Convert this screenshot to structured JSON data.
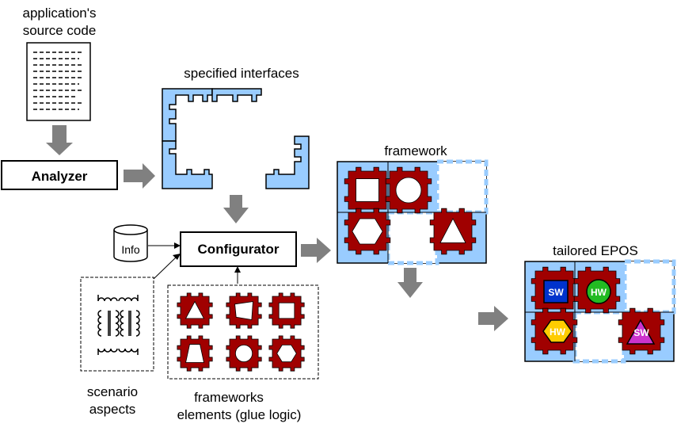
{
  "labels": {
    "source_code": [
      "application's",
      "source code"
    ],
    "specified_interfaces": "specified interfaces",
    "analyzer": "Analyzer",
    "configurator": "Configurator",
    "info": "Info",
    "framework": "framework",
    "tailored_epos": "tailored EPOS",
    "scenario_aspects": [
      "scenario",
      "aspects"
    ],
    "framework_elements": [
      "frameworks",
      "elements (glue logic)"
    ]
  },
  "components": {
    "sw_blue": "SW",
    "hw_green": "HW",
    "hw_yellow": "HW",
    "sw_magenta": "SW"
  },
  "colors": {
    "frame_blue": "#99ccff",
    "piece_red": "#a00000",
    "arrow_gray": "#808080",
    "sw_blue": "#0033cc",
    "hw_green": "#22bb22",
    "hw_yellow": "#ffcc00",
    "sw_magenta": "#cc33cc"
  }
}
